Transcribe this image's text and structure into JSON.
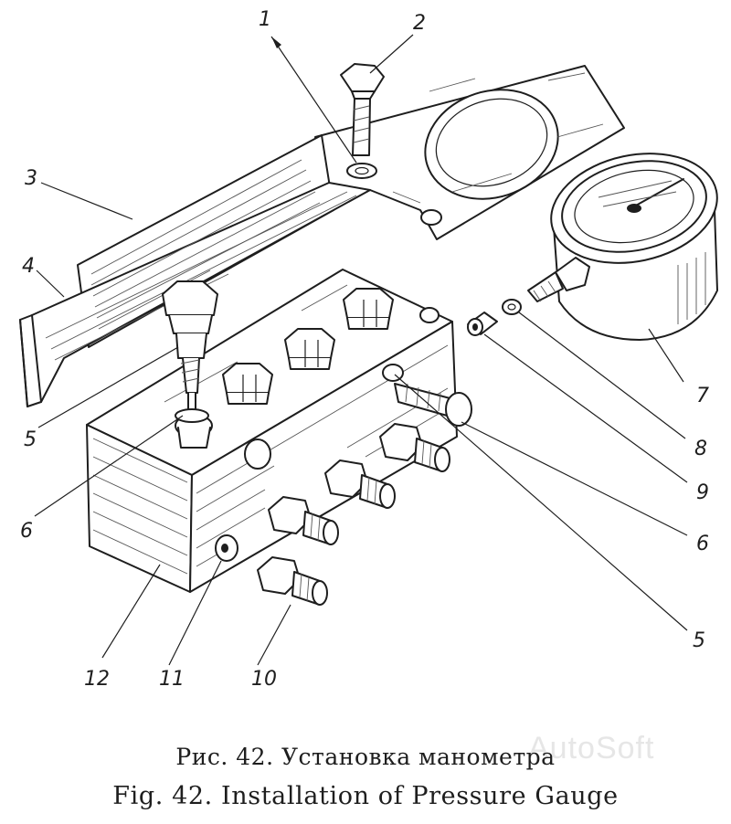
{
  "figure": {
    "caption_ru": "Рис. 42. Установка манометра",
    "caption_en": "Fig. 42. Installation of Pressure Gauge",
    "watermark": "AutoSoft",
    "callouts": [
      "1",
      "2",
      "3",
      "4",
      "5",
      "6",
      "7",
      "8",
      "9",
      "6",
      "5",
      "10",
      "11",
      "12"
    ]
  }
}
